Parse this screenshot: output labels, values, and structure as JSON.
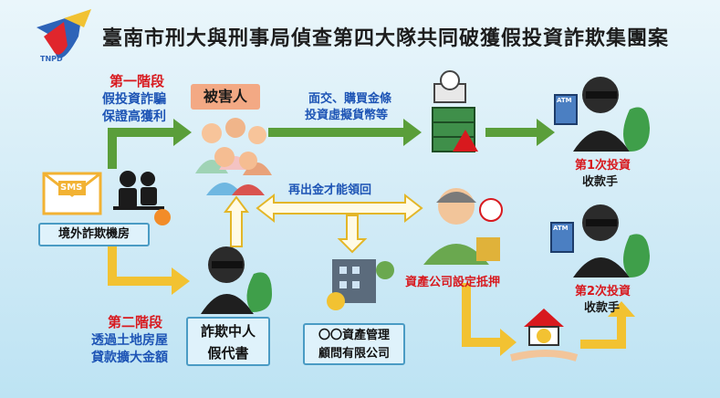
{
  "title": "臺南市刑大與刑事局偵查第四大隊共同破獲假投資詐欺集團案",
  "logo": {
    "caption": "TNPD"
  },
  "stage1": {
    "heading": "第一階段",
    "line1": "假投資詐騙",
    "line2": "保證高獲利"
  },
  "victims": {
    "label": "被害人"
  },
  "flow_top": {
    "line1": "面交、購買金條",
    "line2": "投資虛擬貨幣等"
  },
  "collector1": {
    "line1": "第1次投資",
    "line2": "收款手"
  },
  "overseas": {
    "label": "境外詐欺機房",
    "sms_text": "SMS"
  },
  "pay_again": {
    "label": "再出金才能領回"
  },
  "asset_company": {
    "label": "資產公司設定抵押"
  },
  "collector2": {
    "line1": "第2次投資",
    "line2": "收款手"
  },
  "stage2": {
    "heading": "第二階段",
    "line1": "透過土地房屋",
    "line2": "貸款擴大金額"
  },
  "fake_agent": {
    "line1": "詐欺中人",
    "line2": "假代書"
  },
  "consultant": {
    "line1": "〇〇資產管理",
    "line2": "顧問有限公司"
  },
  "atm_text": "ATM",
  "colors": {
    "arrow_green": "#5a9e3a",
    "arrow_yellow": "#f2c232",
    "arrow_blue_fill": "#fffbe6",
    "title_red": "#d8191e",
    "text_blue": "#1d54b5"
  }
}
